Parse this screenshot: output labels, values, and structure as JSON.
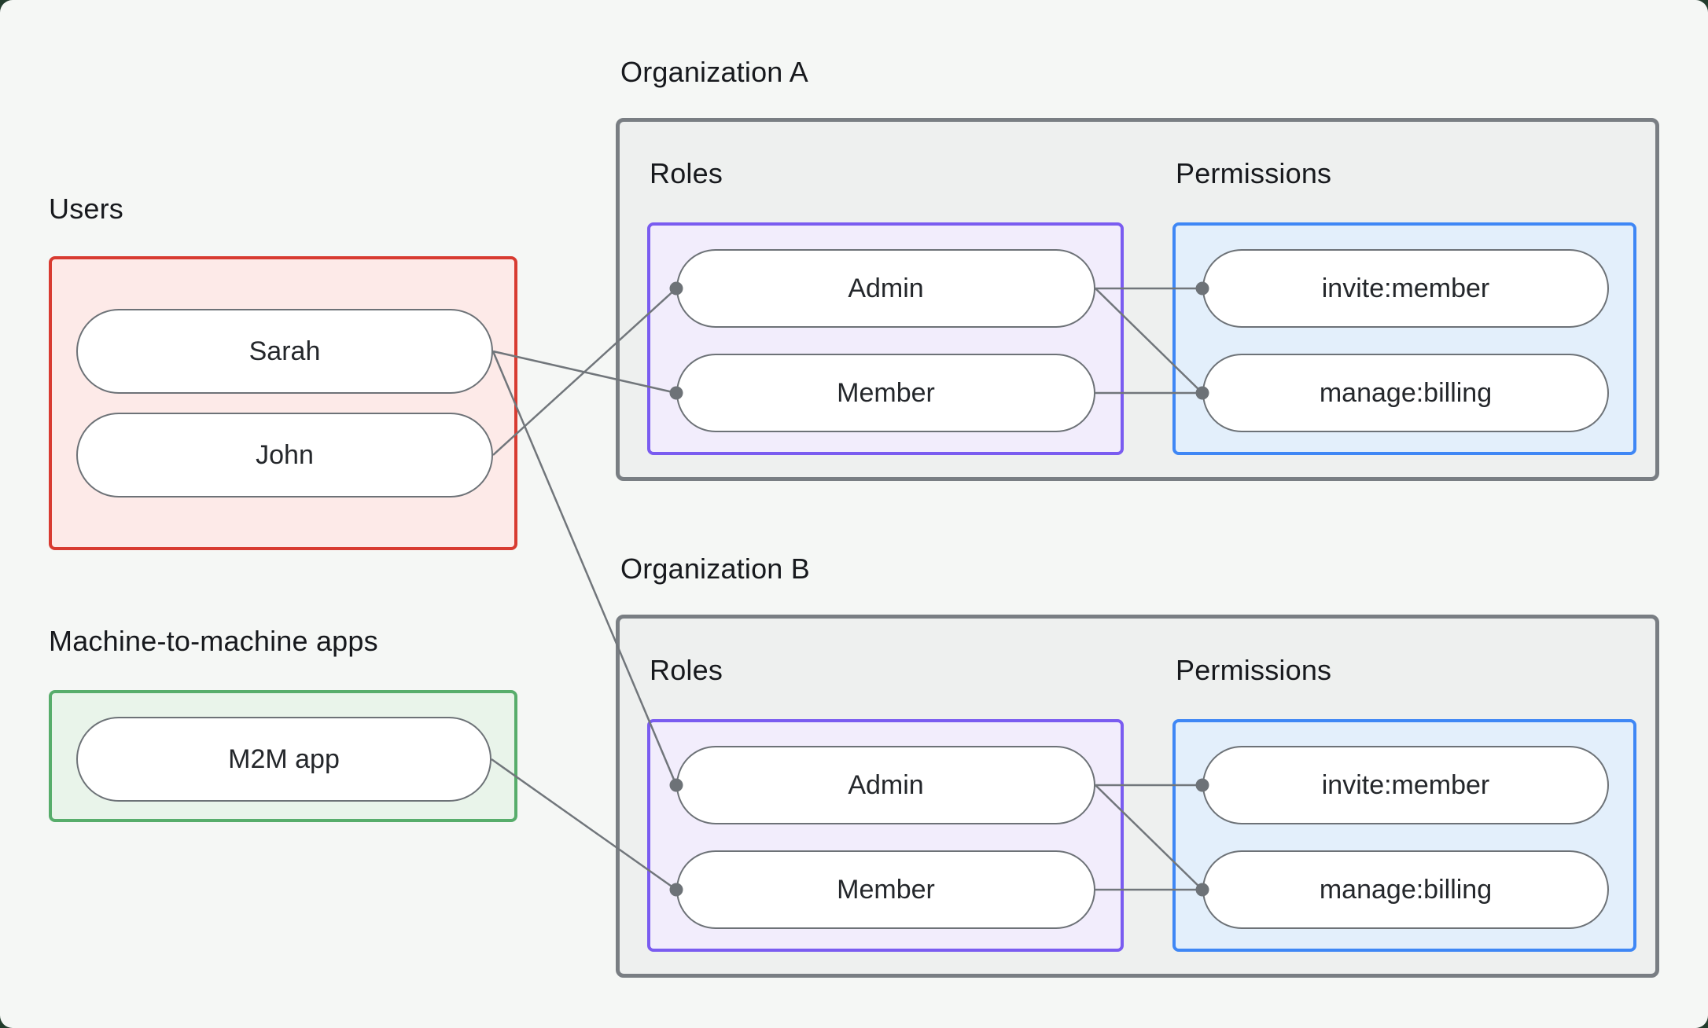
{
  "colors": {
    "page_bg": "#223c2c",
    "canvas_bg": "#f5f7f5",
    "org_border": "#797e83",
    "org_fill": "#eef0ef",
    "users_border": "#d83b31",
    "users_fill": "#fdeae8",
    "m2m_border": "#57ad6b",
    "m2m_fill": "#e9f4ea",
    "roles_border": "#7a5cf0",
    "roles_fill": "#f2edfc",
    "perms_border": "#3f87f5",
    "perms_fill": "#e3effb",
    "pill_border": "#6d7277",
    "pill_fill": "#ffffff",
    "line": "#71767b",
    "dot": "#6d7277",
    "heading_text": "#17191d",
    "pill_text": "#24272b"
  },
  "users_section": {
    "label": "Users",
    "items": [
      {
        "id": "user-sarah",
        "label": "Sarah"
      },
      {
        "id": "user-john",
        "label": "John"
      }
    ]
  },
  "m2m_section": {
    "label": "Machine-to-machine apps",
    "items": [
      {
        "id": "app-m2m",
        "label": "M2M app"
      }
    ]
  },
  "organizations": [
    {
      "title": "Organization A",
      "roles_label": "Roles",
      "permissions_label": "Permissions",
      "roles": [
        {
          "id": "orgA-role-admin",
          "label": "Admin"
        },
        {
          "id": "orgA-role-member",
          "label": "Member"
        }
      ],
      "permissions": [
        {
          "id": "orgA-perm-invite",
          "label": "invite:member"
        },
        {
          "id": "orgA-perm-manage",
          "label": "manage:billing"
        }
      ]
    },
    {
      "title": "Organization B",
      "roles_label": "Roles",
      "permissions_label": "Permissions",
      "roles": [
        {
          "id": "orgB-role-admin",
          "label": "Admin"
        },
        {
          "id": "orgB-role-member",
          "label": "Member"
        }
      ],
      "permissions": [
        {
          "id": "orgB-perm-invite",
          "label": "invite:member"
        },
        {
          "id": "orgB-perm-manage",
          "label": "manage:billing"
        }
      ]
    }
  ],
  "edges": [
    {
      "from": "user-sarah",
      "to": "orgA-role-member"
    },
    {
      "from": "user-john",
      "to": "orgA-role-admin"
    },
    {
      "from": "user-sarah",
      "to": "orgB-role-admin"
    },
    {
      "from": "app-m2m",
      "to": "orgB-role-member"
    },
    {
      "from": "orgA-role-admin",
      "to": "orgA-perm-invite"
    },
    {
      "from": "orgA-role-admin",
      "to": "orgA-perm-manage"
    },
    {
      "from": "orgA-role-member",
      "to": "orgA-perm-manage"
    },
    {
      "from": "orgB-role-admin",
      "to": "orgB-perm-invite"
    },
    {
      "from": "orgB-role-admin",
      "to": "orgB-perm-manage"
    },
    {
      "from": "orgB-role-member",
      "to": "orgB-perm-manage"
    }
  ],
  "edge_style": {
    "line_width": 2.5,
    "dot_radius": 8.5
  }
}
